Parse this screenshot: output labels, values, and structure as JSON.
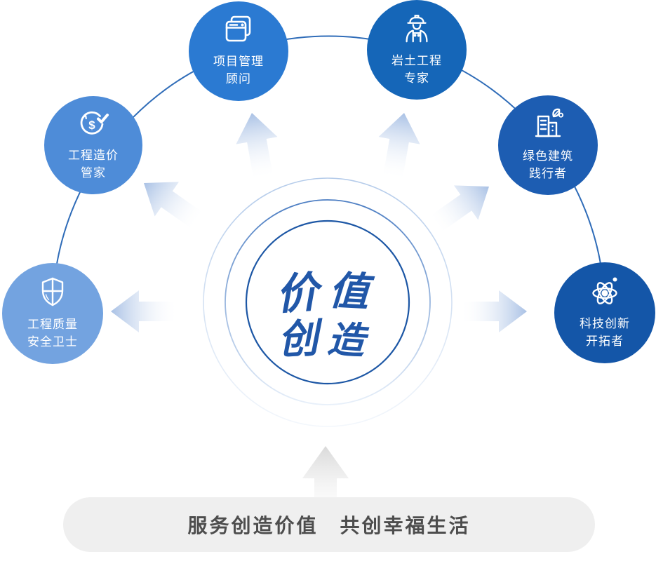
{
  "center": {
    "char_tl": "价",
    "char_tr": "值",
    "char_bl": "创",
    "char_br": "造",
    "meaning": "价值创造"
  },
  "satellites": [
    {
      "id": "project-management",
      "label_line1": "项目管理",
      "label_line2": "顾问",
      "icon": "documents-icon",
      "color": "#2b7ad2"
    },
    {
      "id": "geotechnical",
      "label_line1": "岩土工程",
      "label_line2": "专家",
      "icon": "construction-worker-icon",
      "color": "#1566b8"
    },
    {
      "id": "cost-management",
      "label_line1": "工程造价",
      "label_line2": "管家",
      "icon": "dollar-check-icon",
      "color": "#4e8cd8"
    },
    {
      "id": "green-building",
      "label_line1": "绿色建筑",
      "label_line2": "践行者",
      "icon": "building-leaf-icon",
      "color": "#1d5db2"
    },
    {
      "id": "quality-safety",
      "label_line1": "工程质量",
      "label_line2": "安全卫士",
      "icon": "shield-icon",
      "color": "#73a3e0"
    },
    {
      "id": "tech-innovation",
      "label_line1": "科技创新",
      "label_line2": "开拓者",
      "icon": "atom-icon",
      "color": "#1456a8"
    }
  ],
  "banner": {
    "text": "服务创造价值　共创幸福生活"
  },
  "colors": {
    "arc": "#2f6cb8",
    "inner_ring": "#1d57a5",
    "middle_ring_top": "#4a7cc2",
    "outer_ring_top": "#b4cbea",
    "calligraphy": "#2157a8",
    "arrow_blue": "#a9c1e5",
    "arrow_gray": "#d9d9d9",
    "banner_bg": "#efefef",
    "banner_text": "#4d4d4d"
  }
}
